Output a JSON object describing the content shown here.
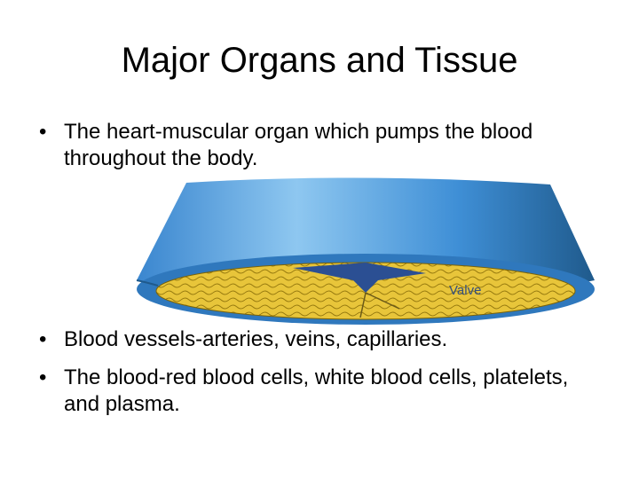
{
  "slide": {
    "title": "Major Organs and Tissue",
    "bullets": [
      {
        "marker": "•",
        "text": "The heart-muscular organ which pumps the blood throughout the body."
      },
      {
        "marker": "•",
        "text": "Blood vessels-arteries, veins, capillaries."
      },
      {
        "marker": "•",
        "text": "The blood-red blood cells, white blood cells, platelets, and plasma."
      }
    ],
    "illustration": {
      "label": "Valve",
      "colors": {
        "vessel_wall": "#3f8fd6",
        "vessel_highlight": "#8ec7f0",
        "vessel_shadow": "#1f5a8c",
        "tissue": "#e8c53a",
        "tissue_line": "#9a7d10",
        "valve_flap": "#2b4f93"
      }
    }
  }
}
